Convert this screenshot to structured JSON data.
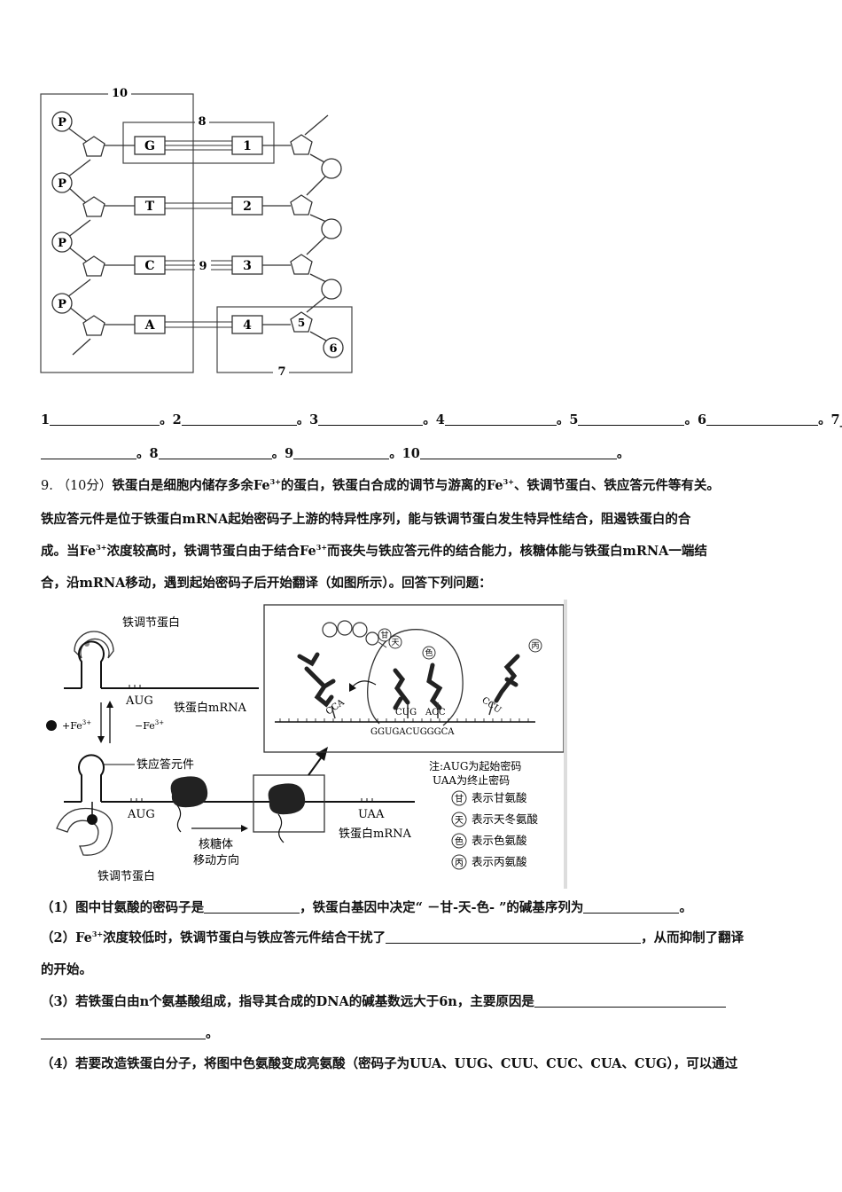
{
  "dna_figure": {
    "box_labels": [
      "10",
      "8",
      "9",
      "7"
    ],
    "left_bases": [
      "G",
      "T",
      "C",
      "A"
    ],
    "right_numbers": [
      "1",
      "2",
      "3",
      "4"
    ],
    "phosphate": "P",
    "sugar_5": "5",
    "base_6": "6"
  },
  "fill_line": {
    "items": [
      "1",
      "。2",
      "。3",
      "。4",
      "。5",
      "。6",
      "。7_"
    ],
    "items2": [
      "。8",
      "。9",
      "。10",
      "。"
    ]
  },
  "q9": {
    "number": "9.",
    "score": "（10分）",
    "line1": "铁蛋白是细胞内储存多余Fe",
    "sup1": "3+",
    "line1b": "的蛋白，铁蛋白合成的调节与游离的Fe",
    "sup2": "3+",
    "line1c": "、铁调节蛋白、铁应答元件等有关。",
    "line2": "铁应答元件是位于铁蛋白mRNA起始密码子上游的特异性序列，能与铁调节蛋白发生特异性结合，阻遏铁蛋白的合",
    "line3a": "成。当Fe",
    "sup3": "3+",
    "line3b": "浓度较高时，铁调节蛋白由于结合Fe",
    "sup4": "3+",
    "line3c": "而丧失与铁应答元件的结合能力，核糖体能与铁蛋白mRNA一端结",
    "line4": "合，沿mRNA移动，遇到起始密码子后开始翻译（如图所示）。回答下列问题："
  },
  "figure2": {
    "iron_regulatory_protein": "铁调节蛋白",
    "aug": "AUG",
    "ferritin_mrna": "铁蛋白mRNA",
    "plus_fe": "+Fe",
    "minus_fe": "−Fe",
    "fe_sup": "3+",
    "iron_response_element": "铁应答元件",
    "ribosome_direction_1": "核糖体",
    "ribosome_direction_2": "移动方向",
    "uaa": "UAA",
    "anticodon_cca": "CCA",
    "anticodon_cug": "CUG",
    "anticodon_acc": "ACC",
    "anticodon_ccu": "CCU",
    "mrna_seq": "GGUGACUGGGCA",
    "note1": "注:AUG为起始密码",
    "note2": "UAA为终止密码",
    "legend": [
      {
        "glyph": "甘",
        "text": "表示甘氨酸"
      },
      {
        "glyph": "天",
        "text": "表示天冬氨酸"
      },
      {
        "glyph": "色",
        "text": "表示色氨酸"
      },
      {
        "glyph": "丙",
        "text": "表示丙氨酸"
      }
    ]
  },
  "questions": {
    "q1a": "（1）图中甘氨酸的密码子是",
    "q1b": "，铁蛋白基因中决定“ －甘-天-色- ”的碱基序列为",
    "q1c": "。",
    "q2a": "（2）Fe",
    "q2sup": "3+",
    "q2b": "浓度较低时，铁调节蛋白与铁应答元件结合干扰了",
    "q2c": "，从而抑制了翻译",
    "q2d": "的开始。",
    "q3a": "（3）若铁蛋白由n个氨基酸组成，指导其合成的DNA的碱基数远大于6n，主要原因是",
    "q3b": "。",
    "q4": "（4）若要改造铁蛋白分子，将图中色氨酸变成亮氨酸（密码子为UUA、UUG、CUU、CUC、CUA、CUG），可以通过"
  }
}
